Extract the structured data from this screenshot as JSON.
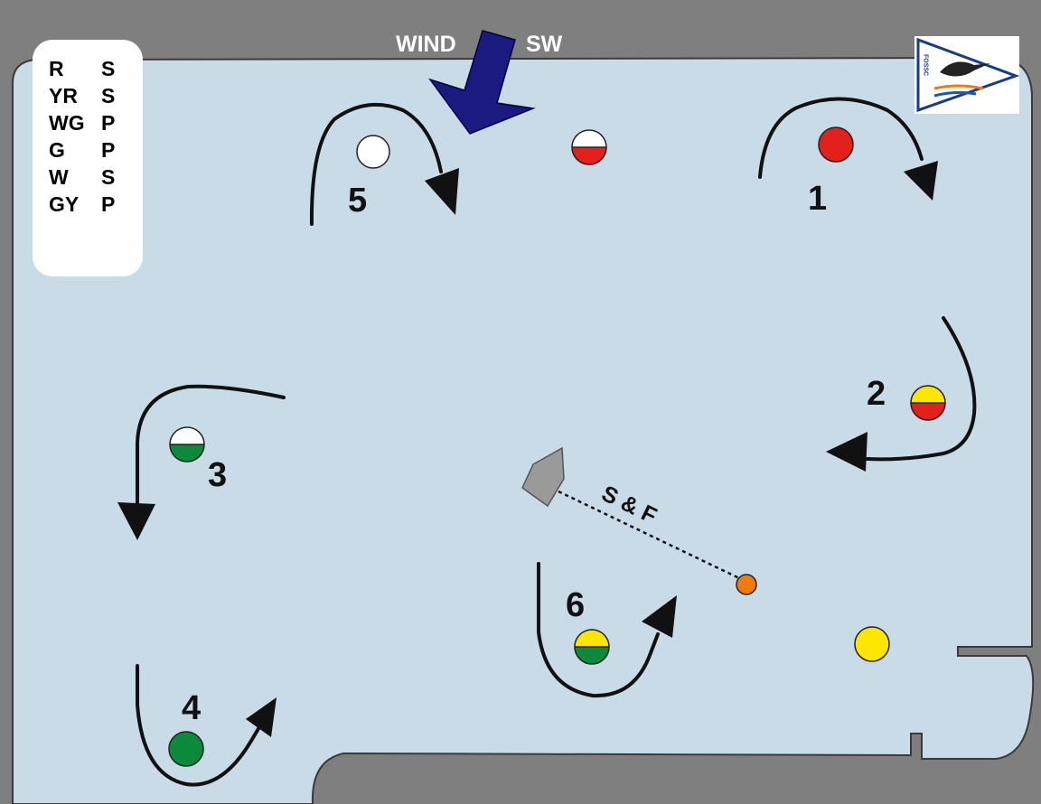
{
  "wind": {
    "label": "WIND",
    "direction": "SW"
  },
  "legend": [
    {
      "code": "R",
      "side": "S"
    },
    {
      "code": "YR",
      "side": "S"
    },
    {
      "code": "WG",
      "side": "P"
    },
    {
      "code": "G",
      "side": "P"
    },
    {
      "code": "W",
      "side": "S"
    },
    {
      "code": "GY",
      "side": "P"
    }
  ],
  "marks": [
    {
      "number": "1",
      "colors": [
        "#e3201b"
      ]
    },
    {
      "number": "2",
      "colors": [
        "#ffe600",
        "#e3201b"
      ]
    },
    {
      "number": "3",
      "colors": [
        "#ffffff",
        "#0a8a3a"
      ]
    },
    {
      "number": "4",
      "colors": [
        "#0a8a3a"
      ]
    },
    {
      "number": "5",
      "colors": [
        "#ffffff"
      ]
    },
    {
      "number": "6",
      "colors": [
        "#ffe600",
        "#0a8a3a"
      ]
    }
  ],
  "other_buoys": [
    {
      "name": "white-red-buoy",
      "colors": [
        "#ffffff",
        "#e3201b"
      ]
    },
    {
      "name": "yellow-buoy",
      "colors": [
        "#ffe600"
      ]
    },
    {
      "name": "orange-buoy",
      "colors": [
        "#f07a12"
      ]
    }
  ],
  "start_finish": {
    "label": "S & F"
  },
  "logo": {
    "letters": "FOSSC"
  },
  "colors": {
    "land": "#7f7f7f",
    "water": "#c8dbe6",
    "wind_arrow": "#1a1a80",
    "committee_boat": "#9a9a9a"
  }
}
